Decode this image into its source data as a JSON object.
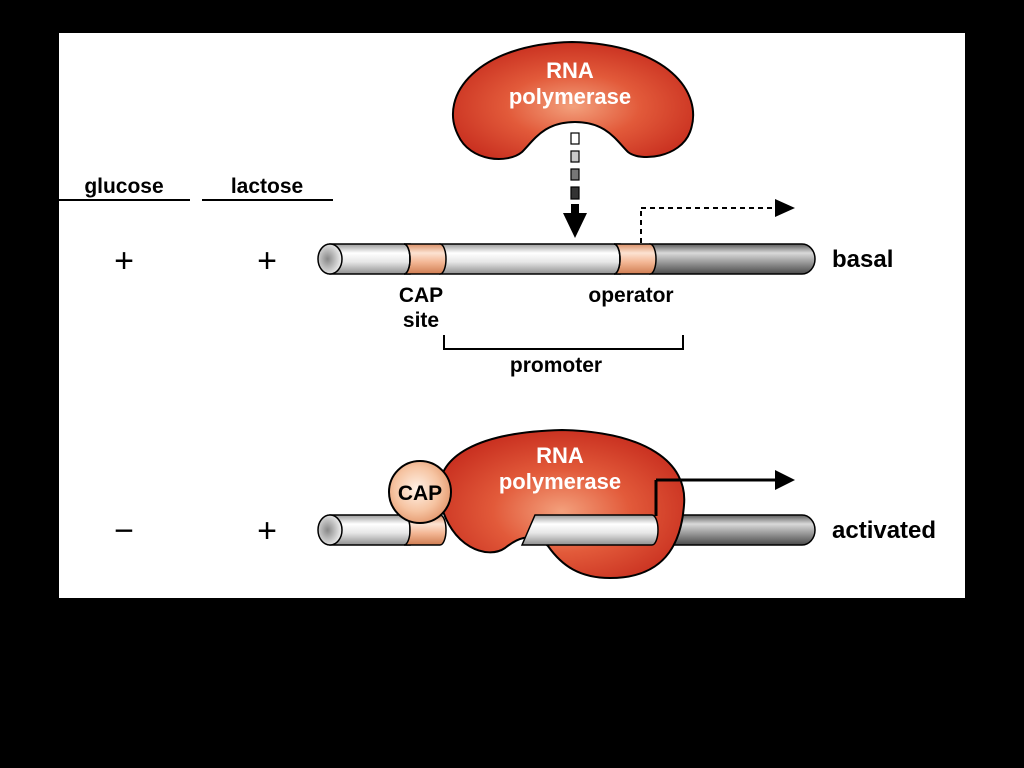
{
  "headers": {
    "glucose": "glucose",
    "lactose": "lactose"
  },
  "rows": [
    {
      "glucose_sign": "+",
      "lactose_sign": "+",
      "state": "basal"
    },
    {
      "glucose_sign": "−",
      "lactose_sign": "+",
      "state": "activated"
    }
  ],
  "polymerase": {
    "line1": "RNA",
    "line2": "polymerase"
  },
  "labels": {
    "cap_site_1": "CAP",
    "cap_site_2": "site",
    "operator": "operator",
    "promoter": "promoter",
    "cap_protein": "CAP"
  },
  "colors": {
    "background": "#000000",
    "panel": "#ffffff",
    "polymerase": "#d83a26",
    "site": "#f4b896",
    "dna_light": "#dcdcdc",
    "dna_dark": "#8a8a8a"
  }
}
